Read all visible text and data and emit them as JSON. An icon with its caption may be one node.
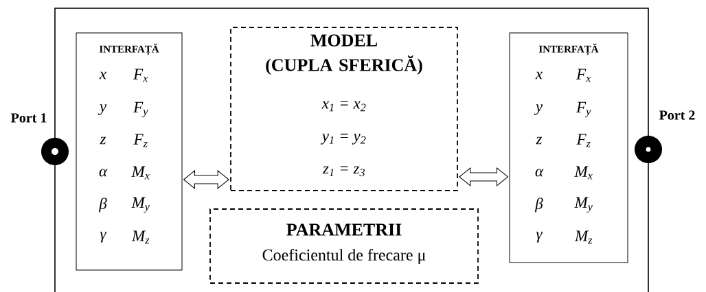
{
  "diagram": {
    "nodes": [
      {
        "text": [],
        "shape": "box"
      },
      {
        "text": [],
        "shape": "circle",
        "beside": [
          "Port 1"
        ]
      },
      {
        "text": [
          "INTERFAȚĂ",
          "x",
          "F$_{x}$",
          "y",
          "F$_{y}$",
          "z",
          "F$_{z}$",
          "α",
          "M$_{x}$",
          "β",
          "M$_{y}$",
          "γ",
          "M$_{z}$"
        ],
        "in": 0
      },
      {
        "text": [
          "MODEL (CUPLA SFERICĂ)",
          "x$_{1}$ = x$_{2}$",
          "y$_{1}$ = y$_{2}$",
          "z$_{1}$ = z$_{3}$"
        ],
        "in": 0
      },
      {
        "text": [
          "PARAMETRII",
          "Coeficientul de frecare μ"
        ],
        "in": 0
      },
      {
        "text": [
          "INTERFAȚĂ",
          "x",
          "F$_{x}$",
          "y",
          "F$_{y}$",
          "z",
          "F$_{z}$",
          "α",
          "M$_{x}$",
          "β",
          "M$_{y}$",
          "γ",
          "M$_{z}$"
        ],
        "in": 0
      },
      {
        "text": [],
        "shape": "circle",
        "beside": [
          "Port 2"
        ]
      }
    ],
    "edges": [
      {
        "from": 2,
        "to": 3,
        "arrow": "both"
      },
      {
        "from": 3,
        "to": 5,
        "arrow": "both"
      }
    ]
  }
}
